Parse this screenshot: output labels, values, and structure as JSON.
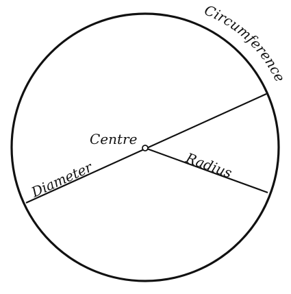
{
  "labels": {
    "circumference": "Circumference",
    "centre": "Centre",
    "diameter": "Diameter",
    "radius": "Radius"
  },
  "colors": {
    "stroke": "#111111",
    "background": "#ffffff"
  }
}
